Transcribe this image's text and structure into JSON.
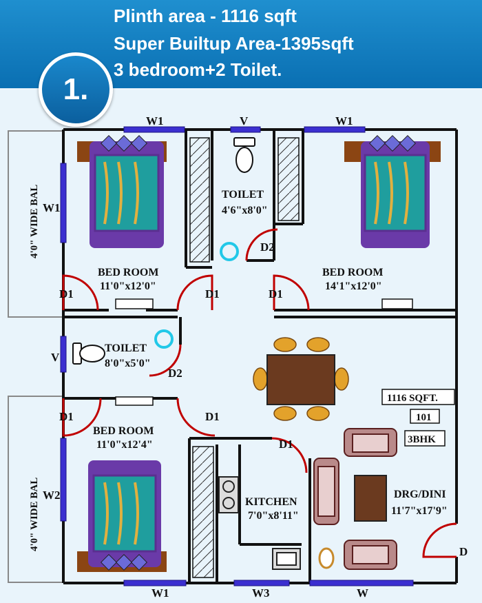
{
  "header": {
    "line1": "Plinth area - 1116 sqft",
    "line2": "Super Builtup Area-1395sqft",
    "line3": "3 bedroom+2 Toilet.",
    "badge": "1."
  },
  "balconies": {
    "top": "4'0\" WIDE BAL",
    "bottom": "4'0\" WIDE BAL"
  },
  "rooms": {
    "bedroom1_name": "BED ROOM",
    "bedroom1_size": "11'0\"x12'0\"",
    "bedroom2_name": "BED ROOM",
    "bedroom2_size": "14'1\"x12'0\"",
    "bedroom3_name": "BED ROOM",
    "bedroom3_size": "11'0\"x12'4\"",
    "toilet1_name": "TOILET",
    "toilet1_size": "4'6\"x8'0\"",
    "toilet2_name": "TOILET",
    "toilet2_size": "8'0\"x5'0\"",
    "kitchen_name": "KITCHEN",
    "kitchen_size": "7'0\"x8'11\"",
    "drg_name": "DRG/DINI",
    "drg_size": "11'7\"x17'9\""
  },
  "windows": {
    "w1_top_left": "W1",
    "v_top": "V",
    "w1_top_right": "W1",
    "w1_left": "W1",
    "v_left": "V",
    "w2_left": "W2",
    "w1_bottom": "W1",
    "w3_bottom": "W3",
    "w_bottom": "W"
  },
  "doors": {
    "d1_a": "D1",
    "d1_b": "D1",
    "d1_c": "D1",
    "d1_d": "D1",
    "d1_e": "D1",
    "d1_f": "D1",
    "d2_a": "D2",
    "d2_b": "D2",
    "d": "D"
  },
  "info": {
    "area": "1116 SQFT.",
    "unit": "101",
    "type": "3BHK"
  },
  "colors": {
    "header": "#0a6fb2",
    "window": "#3b2fd0",
    "door_arc": "#c00000",
    "wall": "#111111",
    "bed_frame": "#8b4513",
    "bed_quilt": "#1f9e9e"
  }
}
